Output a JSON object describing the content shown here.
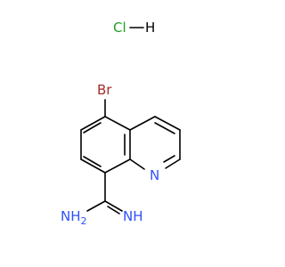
{
  "salt": {
    "cl": "Cl",
    "h": "H"
  },
  "atoms": {
    "br": "Br",
    "ring_n": "N",
    "amine": "NH",
    "amine_sub": "2",
    "imine": "NH"
  },
  "colors": {
    "bond": "#000000",
    "chlorine": "#1fa01f",
    "bromine": "#a52a2a",
    "nitrogen": "#3050f8"
  }
}
